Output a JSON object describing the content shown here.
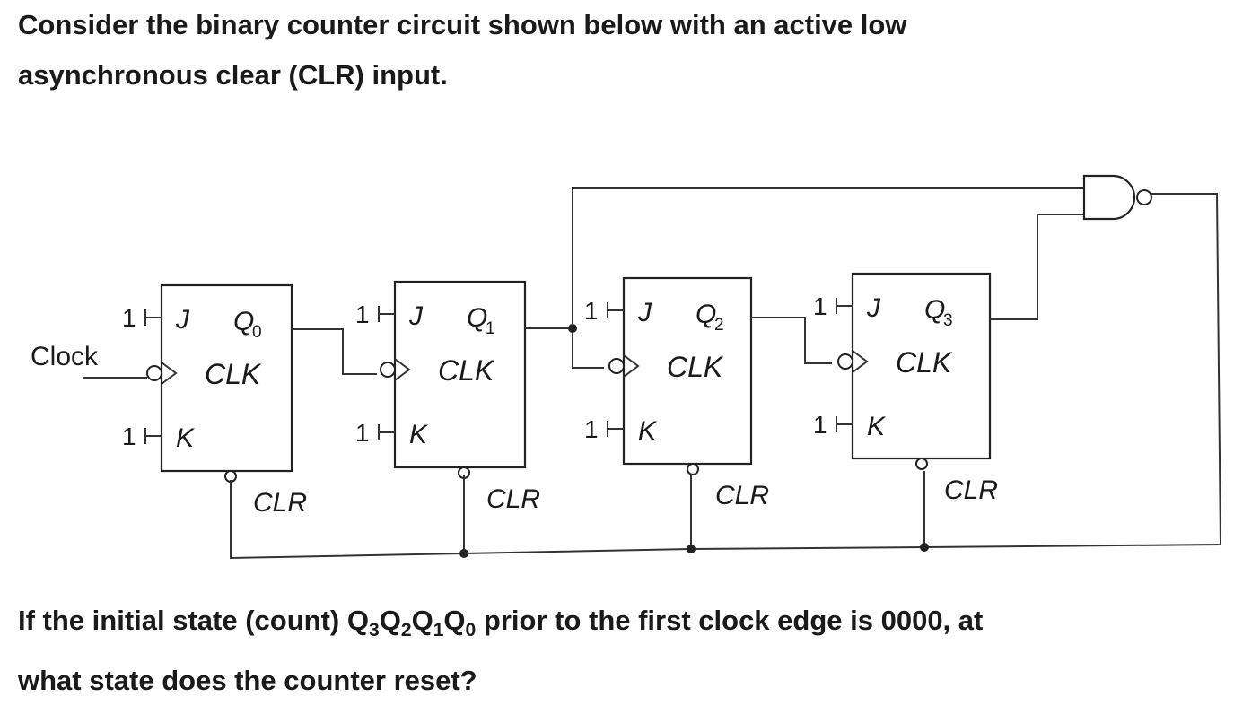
{
  "question": {
    "intro_line1": "Consider the binary counter circuit shown below with an active low",
    "intro_line2": "asynchronous clear (CLR) input.",
    "prompt_pre": "If the initial state (count) ",
    "state_vars": [
      {
        "letter": "Q",
        "sub": "3"
      },
      {
        "letter": "Q",
        "sub": "2"
      },
      {
        "letter": "Q",
        "sub": "1"
      },
      {
        "letter": "Q",
        "sub": "0"
      }
    ],
    "prompt_post": " prior to the first clock edge is 0000, at",
    "prompt_line2": "what state does the counter reset?"
  },
  "diagram": {
    "clock_label": "Clock",
    "flipflops": [
      {
        "j_tie": "1",
        "k_tie": "1",
        "j_label": "J",
        "k_label": "K",
        "q_letter": "Q",
        "q_sub": "0",
        "clk_label": "CLK",
        "clr_label": "CLR"
      },
      {
        "j_tie": "1",
        "k_tie": "1",
        "j_label": "J",
        "k_label": "K",
        "q_letter": "Q",
        "q_sub": "1",
        "clk_label": "CLK",
        "clr_label": "CLR"
      },
      {
        "j_tie": "1",
        "k_tie": "1",
        "j_label": "J",
        "k_label": "K",
        "q_letter": "Q",
        "q_sub": "2",
        "clk_label": "CLK",
        "clr_label": "CLR"
      },
      {
        "j_tie": "1",
        "k_tie": "1",
        "j_label": "J",
        "k_label": "K",
        "q_letter": "Q",
        "q_sub": "3",
        "clk_label": "CLK",
        "clr_label": "CLR"
      }
    ],
    "gate": "nand-gate"
  }
}
